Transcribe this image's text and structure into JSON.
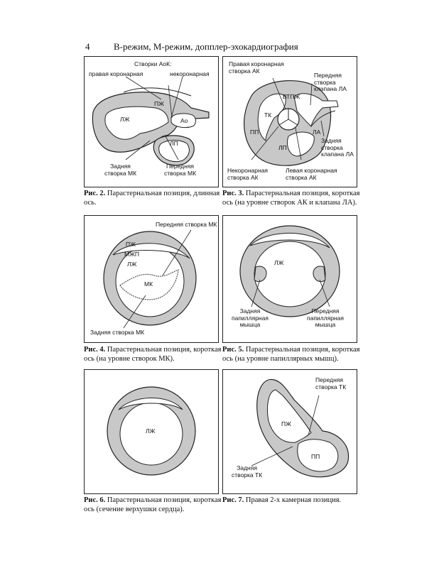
{
  "page": {
    "number": "4",
    "header": "В-режим, М-режим, допплер-эхокардиография"
  },
  "fig2": {
    "labels": {
      "title": "Створки АоК:",
      "right_coronary": "правая коронарная",
      "noncoronary": "некоронарная",
      "pzh": "ПЖ",
      "lzh": "ЛЖ",
      "ao": "Ао",
      "lp": "ЛП",
      "posterior_mk": "Задняя\nстворка МК",
      "anterior_mk": "Передняя\nстворка МК"
    },
    "caption_bold": "Рис. 2.",
    "caption_text": " Парастернальная позиция, длинная ось."
  },
  "fig3": {
    "labels": {
      "right_coronary": "Правая коронарная\nстворка АК",
      "anterior_la": "Передняя\nстворка\nклапана ЛА",
      "vtpzh": "ВТПЖ",
      "tk": "ТК",
      "pp": "ПП",
      "lp": "ЛП",
      "la": "ЛА",
      "posterior_la": "Задняя\nстворка\nклапана ЛА",
      "noncoronary": "Некоронарная\nстворка АК",
      "left_coronary": "Левая коронарная\nстворка АК"
    },
    "caption_bold": "Рис. 3.",
    "caption_text": " Парастернальная позиция, короткая ось (на уровне створок АК и клапана ЛА)."
  },
  "fig4": {
    "labels": {
      "anterior_mk": "Передняя створка МК",
      "pzh": "ПЖ",
      "mzhp": "МЖП",
      "lzh": "ЛЖ",
      "mk": "МК",
      "posterior_mk": "Задняя створка МК"
    },
    "caption_bold": "Рис. 4.",
    "caption_text": " Парастернальная позиция, короткая ось (на уровне створок МК)."
  },
  "fig5": {
    "labels": {
      "lzh": "ЛЖ",
      "posterior_pap": "Задняя\nпапиллярная\nмышца",
      "anterior_pap": "Передняя\nпапиллярная\nмышца"
    },
    "caption_bold": "Рис. 5.",
    "caption_text": " Парастернальная позиция, короткая ось (на уровне папиллярных мышц)."
  },
  "fig6": {
    "labels": {
      "lzh": "ЛЖ"
    },
    "caption_bold": "Рис. 6.",
    "caption_text": " Парастернальная позиция, короткая ось (сечение верхушки сердца)."
  },
  "fig7": {
    "labels": {
      "anterior_tk": "Передняя\nстворка ТК",
      "pzh": "ПЖ",
      "pp": "ПП",
      "posterior_tk": "Задняя\nстворка ТК"
    },
    "caption_bold": "Рис. 7.",
    "caption_text": " Правая 2-х камерная позиция."
  }
}
